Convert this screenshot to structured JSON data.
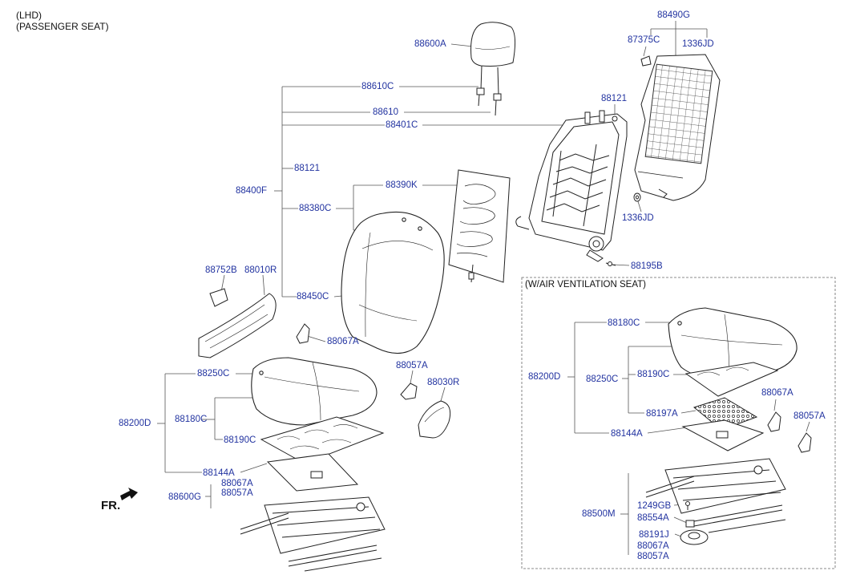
{
  "header": {
    "line1": "(LHD)",
    "line2": "(PASSENGER SEAT)"
  },
  "vent_box": {
    "title": "(W/AIR VENTILATION SEAT)"
  },
  "direction": {
    "label": "FR."
  },
  "parts": {
    "p88600A": "88600A",
    "p88610C": "88610C",
    "p88610": "88610",
    "p88401C": "88401C",
    "p88121_top": "88121",
    "p88490G": "88490G",
    "p87375C": "87375C",
    "p1336JD_top": "1336JD",
    "p1336JD_bottom": "1336JD",
    "p88121_mid": "88121",
    "p88400F": "88400F",
    "p88390K": "88390K",
    "p88380C": "88380C",
    "p88195B": "88195B",
    "p88752B": "88752B",
    "p88010R": "88010R",
    "p88450C": "88450C",
    "p88067A_mid": "88067A",
    "p88057A_mid": "88057A",
    "p88030R": "88030R",
    "p88250C": "88250C",
    "p88180C": "88180C",
    "p88200D": "88200D",
    "p88190C": "88190C",
    "p88144A": "88144A",
    "p88600G": "88600G",
    "p88067A_left": "88067A",
    "p88057A_left": "88057A",
    "v88180C": "88180C",
    "v88200D": "88200D",
    "v88250C": "88250C",
    "v88190C": "88190C",
    "v88197A": "88197A",
    "v88144A": "88144A",
    "v88067A_right": "88067A",
    "v88057A_right": "88057A",
    "v88500M": "88500M",
    "v1249GB": "1249GB",
    "v88554A": "88554A",
    "v88191J": "88191J",
    "v88067A_low": "88067A",
    "v88057A_low": "88057A"
  }
}
